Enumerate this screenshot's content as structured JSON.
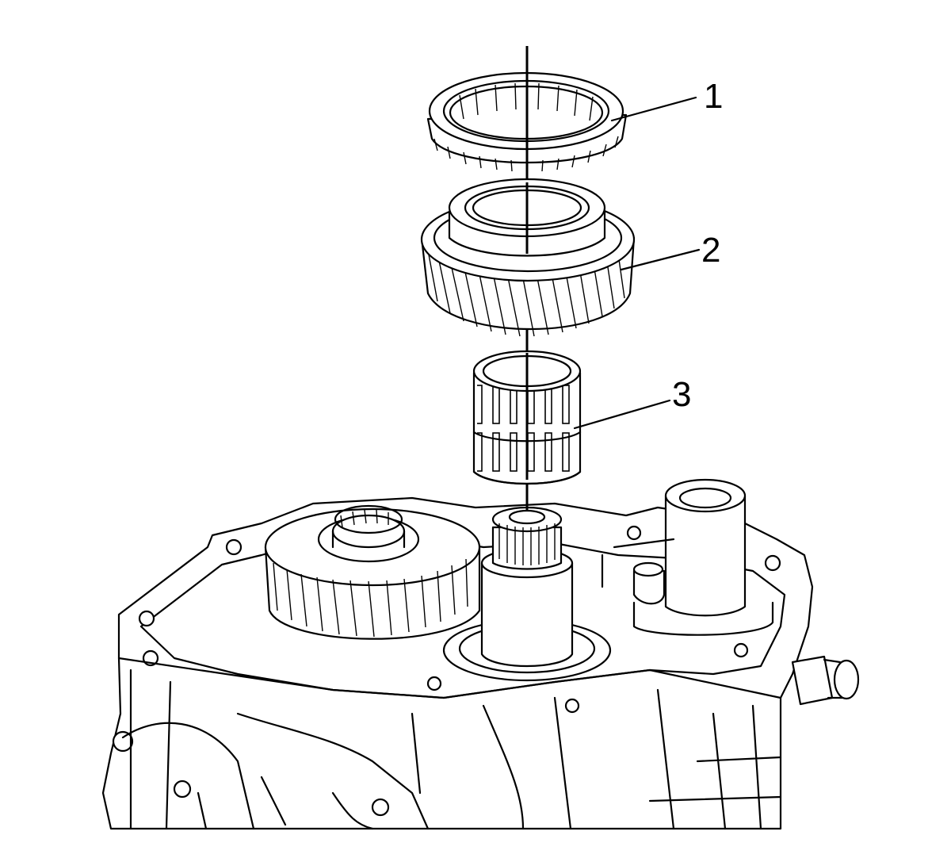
{
  "callouts": [
    {
      "id": "1",
      "label": "1",
      "part": "synchronizer-ring"
    },
    {
      "id": "2",
      "label": "2",
      "part": "helical-gear"
    },
    {
      "id": "3",
      "label": "3",
      "part": "needle-bearing"
    }
  ],
  "colors": {
    "line": "#000000",
    "fill": "#ffffff"
  }
}
